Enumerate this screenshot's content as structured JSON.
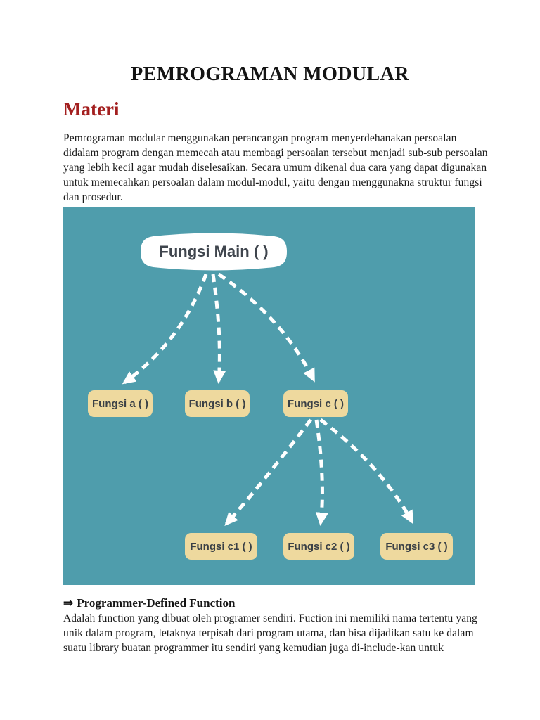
{
  "page": {
    "title": "PEMROGRAMAN MODULAR",
    "section_heading": "Materi",
    "intro_lines": [
      "Pemrograman modular menggunakan perancangan program menyerdehanakan persoalan",
      "didalam program dengan memecah atau membagi persoalan tersebut menjadi sub-sub persoalan",
      "yang lebih kecil agar mudah diselesaikan. Secara umum dikenal dua cara yang dapat digunakan",
      "untuk memecahkan persoalan dalam modul-modul, yaitu dengan menggunakna struktur fungsi",
      "dan prosedur."
    ],
    "subsection": {
      "arrow_icon": "⇒",
      "heading": "Programmer-Defined Function",
      "lines": [
        "Adalah function yang dibuat oleh programer sendiri. Fuction ini memiliki nama tertentu yang",
        "unik dalam program, letaknya terpisah dari program utama, dan bisa dijadikan satu ke dalam",
        "suatu library buatan programmer itu sendiri yang kemudian juga di-include-kan untuk"
      ]
    }
  },
  "diagram": {
    "main_node": "Fungsi Main ( )",
    "level1_nodes": [
      "Fungsi a ( )",
      "Fungsi b ( )",
      "Fungsi c ( )"
    ],
    "level2_nodes": [
      "Fungsi c1 ( )",
      "Fungsi c2 ( )",
      "Fungsi c3 ( )"
    ],
    "colors": {
      "background": "#4f9dac",
      "main_node_fill": "#ffffff",
      "child_node_fill": "#eed99e",
      "node_text": "#3a4046",
      "connector": "#ffffff"
    }
  },
  "colors": {
    "heading_red": "#a31f1f",
    "body_text": "#1b1b1b"
  }
}
